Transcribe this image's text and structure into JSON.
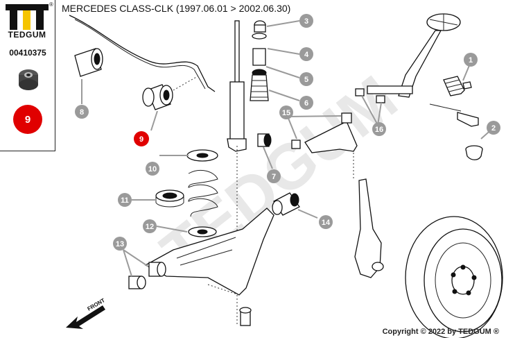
{
  "header": {
    "brand": "TEDGUM",
    "registered_mark": "®",
    "title": "MERCEDES CLASS-CLK (1997.06.01 > 2002.06.30)"
  },
  "sidebar": {
    "part_number": "00410375",
    "position_badge": "9"
  },
  "watermark": "TEDGUM",
  "direction_label": "FRONT",
  "highlight_callout": "9",
  "callouts": [
    "1",
    "2",
    "3",
    "4",
    "5",
    "6",
    "7",
    "8",
    "10",
    "11",
    "12",
    "13",
    "14",
    "15",
    "16"
  ],
  "copyright": "Copyright © 2022 by TEDGUM ®",
  "colors": {
    "highlight": "#e00000",
    "callout": "#9a9a9a",
    "logo_yellow": "#f5c400"
  }
}
